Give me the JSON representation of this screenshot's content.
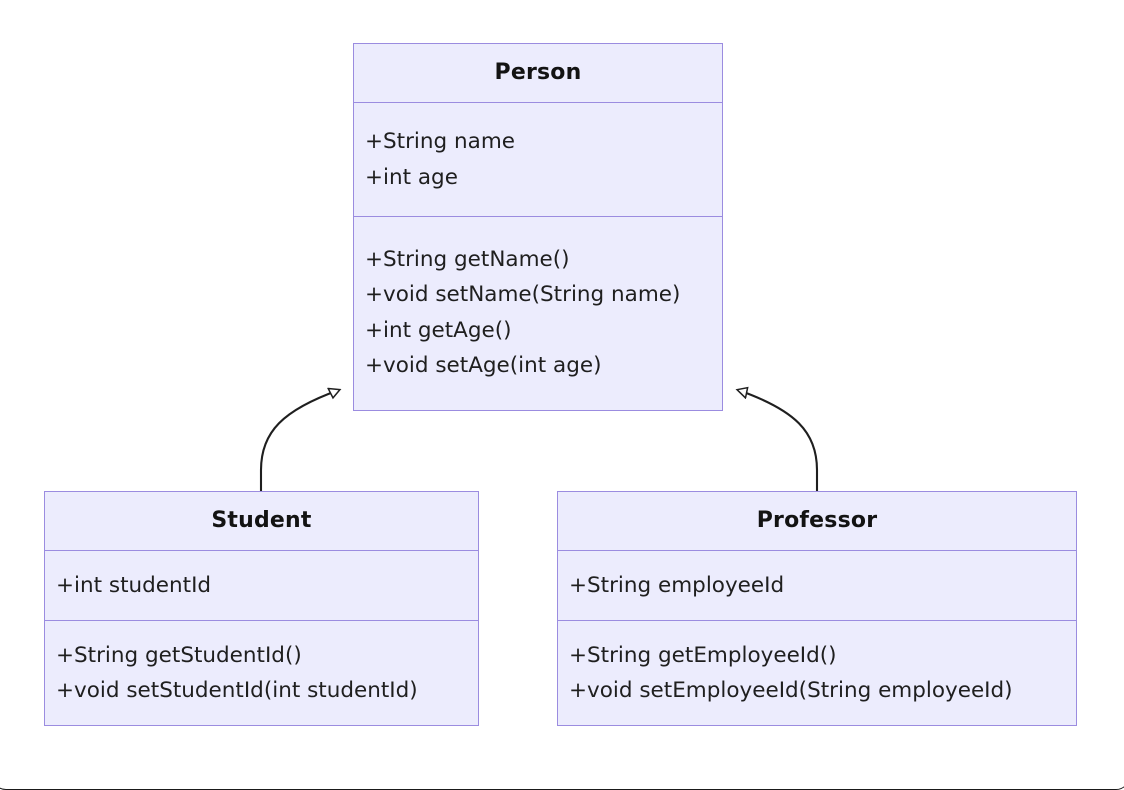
{
  "diagram": {
    "type": "uml-class-diagram",
    "colors": {
      "class_border": "#9b8ce0",
      "class_fill": "#ececfd",
      "text": "#1f1f1f",
      "edge": "#1f1f1f",
      "arrowhead_fill": "#ffffff",
      "canvas_frame": "#1a1a1a",
      "background": "#ffffff"
    },
    "classes": [
      {
        "id": "person",
        "name": "Person",
        "attributes": [
          "+String name",
          "+int age"
        ],
        "methods": [
          "+String getName()",
          "+void setName(String name)",
          "+int getAge()",
          "+void setAge(int age)"
        ]
      },
      {
        "id": "student",
        "name": "Student",
        "attributes": [
          "+int studentId"
        ],
        "methods": [
          "+String getStudentId()",
          "+void setStudentId(int studentId)"
        ]
      },
      {
        "id": "professor",
        "name": "Professor",
        "attributes": [
          "+String employeeId"
        ],
        "methods": [
          "+String getEmployeeId()",
          "+void setEmployeeId(String employeeId)"
        ]
      }
    ],
    "relationships": [
      {
        "id": "student-inherits-person",
        "kind": "inheritance",
        "from": "Student",
        "to": "Person",
        "arrowhead": "hollow-triangle"
      },
      {
        "id": "professor-inherits-person",
        "kind": "inheritance",
        "from": "Professor",
        "to": "Person",
        "arrowhead": "hollow-triangle"
      }
    ]
  }
}
